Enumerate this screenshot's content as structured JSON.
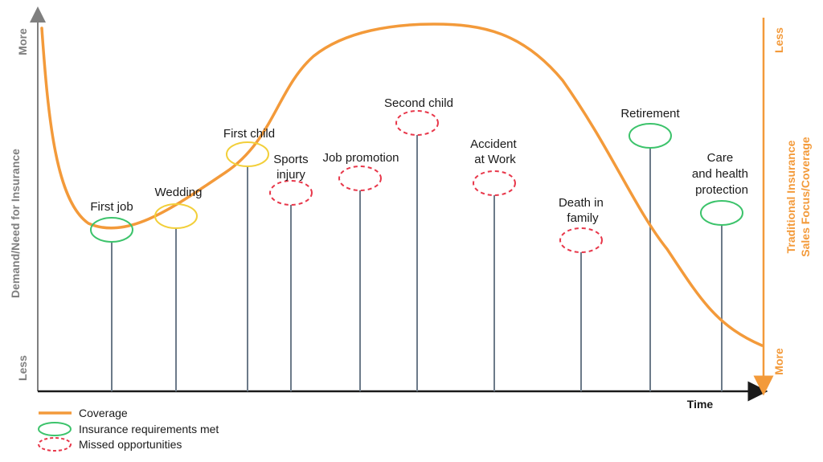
{
  "y_axis": {
    "label": "Demand/Need for Insurance",
    "top": "More",
    "bottom": "Less"
  },
  "right_axis": {
    "line1": "Traditional Insurance",
    "line2": "Sales Focus/Coverage",
    "top": "Less",
    "bottom": "More"
  },
  "x_axis": {
    "label": "Time"
  },
  "colors": {
    "coverage": "#f39a3a",
    "met": "#3cc36b",
    "met_yellow": "#f2cf3a",
    "missed": "#e8374a",
    "stem": "#6c7a89"
  },
  "events": [
    {
      "lines": [
        "First job"
      ],
      "status": "met"
    },
    {
      "lines": [
        "Wedding"
      ],
      "status": "met"
    },
    {
      "lines": [
        "First child"
      ],
      "status": "met"
    },
    {
      "lines": [
        "Sports",
        "injury"
      ],
      "status": "missed"
    },
    {
      "lines": [
        "Job promotion"
      ],
      "status": "missed"
    },
    {
      "lines": [
        "Second child"
      ],
      "status": "missed"
    },
    {
      "lines": [
        "Accident",
        "at Work"
      ],
      "status": "missed"
    },
    {
      "lines": [
        "Death in",
        "family"
      ],
      "status": "missed"
    },
    {
      "lines": [
        "Retirement"
      ],
      "status": "met"
    },
    {
      "lines": [
        "Care",
        "and health",
        "protection"
      ],
      "status": "met"
    }
  ],
  "legend": {
    "coverage": "Coverage",
    "met": "Insurance requirements met",
    "missed": "Missed opportunities"
  }
}
